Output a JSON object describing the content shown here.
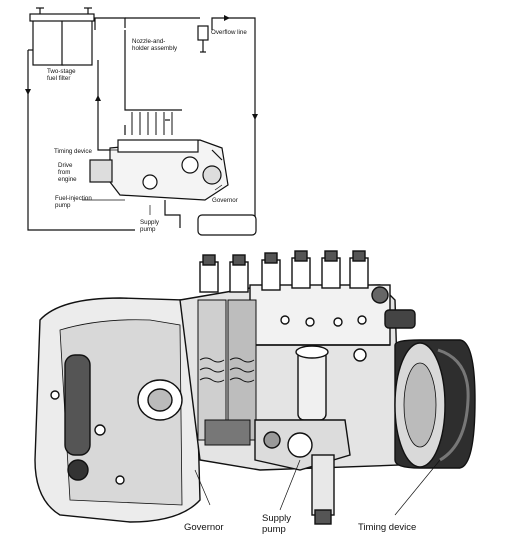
{
  "schematic": {
    "filter_label": [
      "Two-stage",
      "fuel filter"
    ],
    "nozzle_label": [
      "Nozzle-and-",
      "holder assembly"
    ],
    "overflow_label": "Overflow line",
    "timing_label": "Timing device",
    "drive_label": [
      "Drive",
      "from",
      "engine"
    ],
    "injection_pump_label": [
      "Fuel-injection",
      "pump"
    ],
    "governor_label": "Governor",
    "supply_pump_label": [
      "Supply",
      "pump"
    ]
  },
  "cutaway": {
    "governor_label": "Governor",
    "supply_pump_label": [
      "Supply",
      "pump"
    ],
    "timing_label": "Timing device"
  },
  "colors": {
    "ink": "#111111",
    "paper": "#ffffff",
    "shade": "#3a3a3a"
  }
}
